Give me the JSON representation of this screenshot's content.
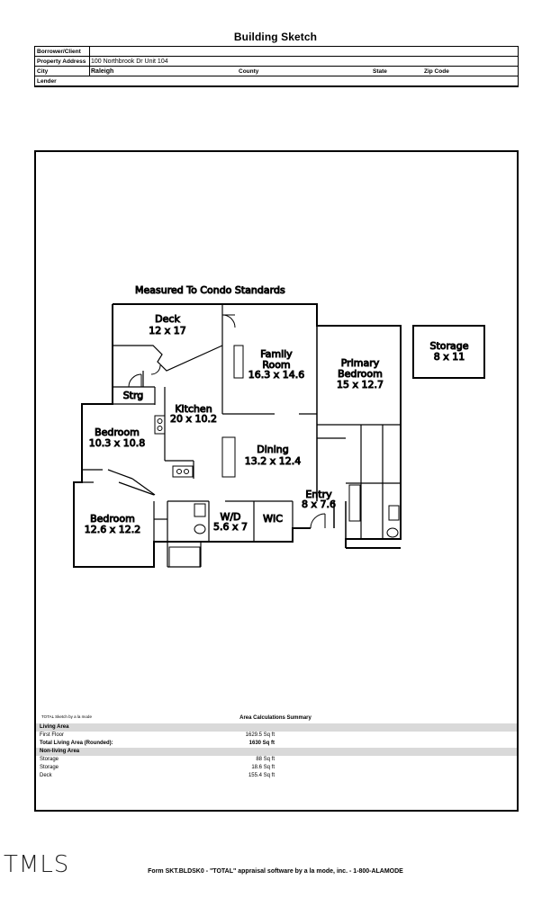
{
  "header": {
    "title": "Building Sketch",
    "borrower_label": "Borrower/Client",
    "address_label": "Property Address",
    "address_value": "100 Northbrook Dr Unit 104",
    "city_label": "City",
    "city_value": "Raleigh",
    "county_label": "County",
    "state_label": "State",
    "zip_label": "Zip Code",
    "lender_label": "Lender"
  },
  "sketch": {
    "caption": "Measured To Condo Standards",
    "rooms": [
      {
        "name": "Deck",
        "dims": "12 x 17"
      },
      {
        "name": "Family Room",
        "dims": "16.3 x 14.6"
      },
      {
        "name": "Primary Bedroom",
        "dims": "15 x 12.7"
      },
      {
        "name": "Storage",
        "dims": "8 x 11"
      },
      {
        "name": "Strg",
        "dims": ""
      },
      {
        "name": "Kitchen",
        "dims": "20 x 10.2"
      },
      {
        "name": "Bedroom",
        "dims": "10.3 x 10.8"
      },
      {
        "name": "Dining",
        "dims": "13.2 x 12.4"
      },
      {
        "name": "Entry",
        "dims": "8 x 7.6"
      },
      {
        "name": "Bedroom",
        "dims": "12.6 x 12.2"
      },
      {
        "name": "W/D",
        "dims": "5.6 x 7"
      },
      {
        "name": "WIC",
        "dims": ""
      }
    ],
    "family_room_line1": "Family",
    "family_room_line2": "Room",
    "primary_line1": "Primary",
    "primary_line2": "Bedroom"
  },
  "summary": {
    "note": "TOTAL Sketch by a la mode",
    "title": "Area Calculations Summary",
    "living_label": "Living Area",
    "first_floor_label": "First Floor",
    "first_floor_value": "1629.5 Sq ft",
    "total_label": "Total Living Area (Rounded):",
    "total_value": "1630 Sq ft",
    "nonliving_label": "Non-living Area",
    "items": [
      {
        "label": "Storage",
        "value": "88 Sq ft"
      },
      {
        "label": "Storage",
        "value": "18.6 Sq ft"
      },
      {
        "label": "Deck",
        "value": "155.4 Sq ft"
      }
    ]
  },
  "footer": {
    "logo": "TMLS",
    "text": "Form SKT.BLDSK0 - \"TOTAL\" appraisal software by a la mode, inc. - 1-800-ALAMODE"
  }
}
